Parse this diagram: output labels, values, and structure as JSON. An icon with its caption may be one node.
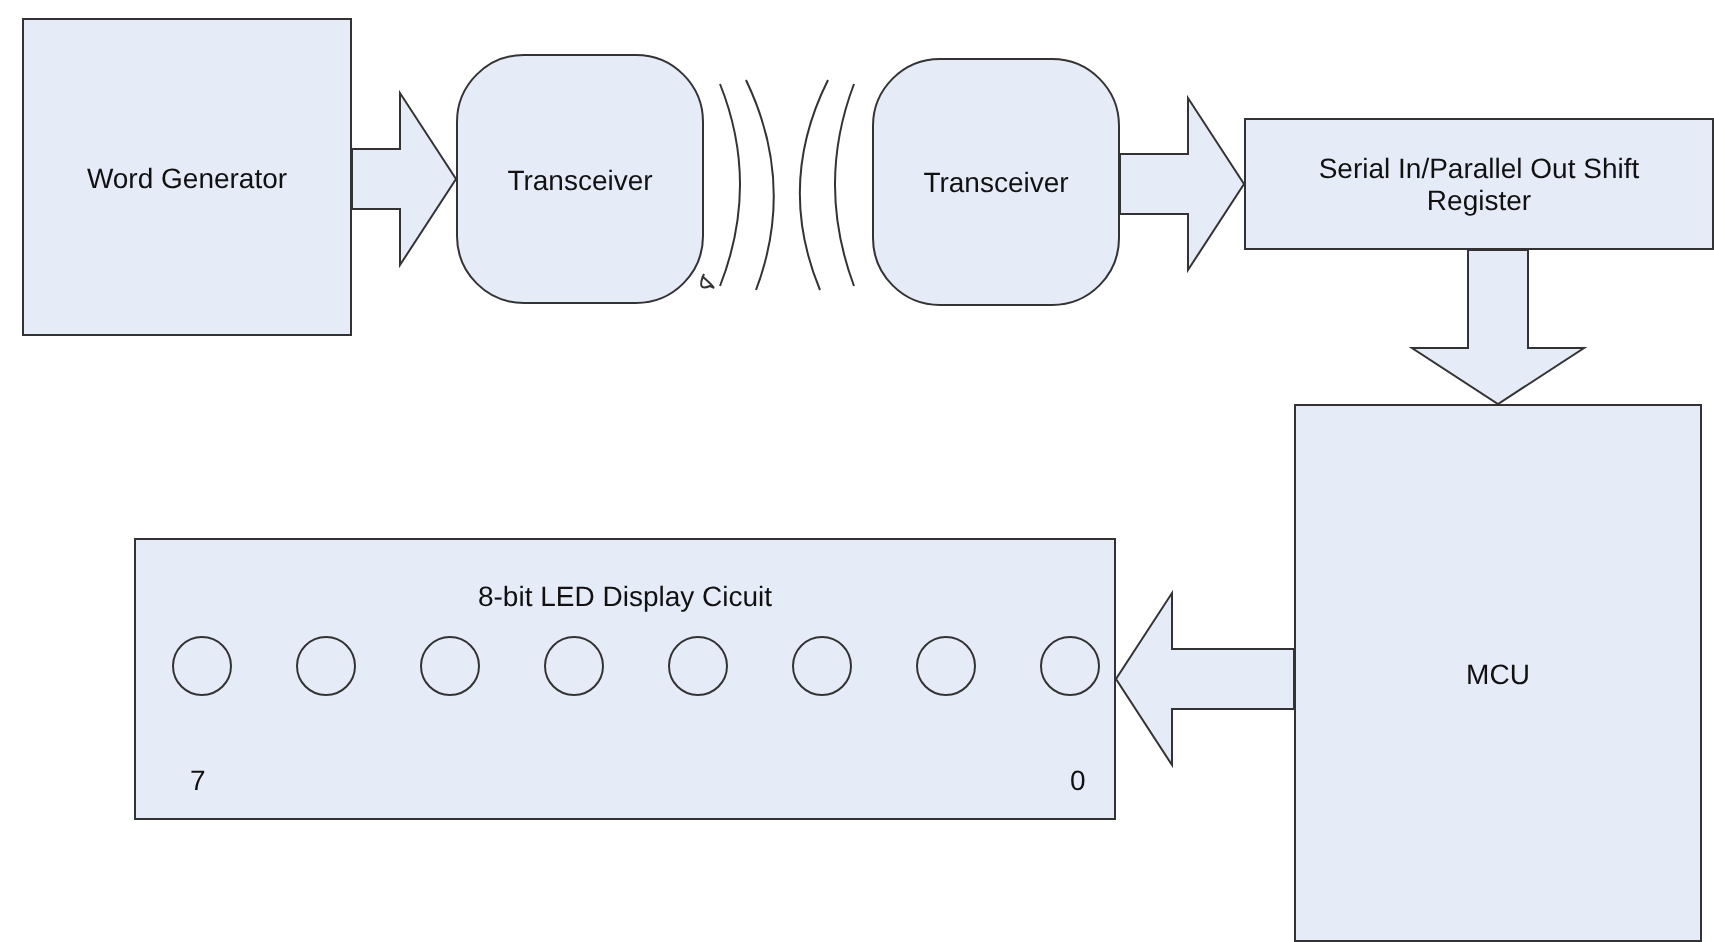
{
  "diagram": {
    "nodes": [
      {
        "text": [
          "Word Generator"
        ]
      },
      {
        "text": [
          "Transceiver"
        ]
      },
      {
        "text": [
          "Transceiver"
        ]
      },
      {
        "text": [
          "Serial In/Parallel Out Shift Register"
        ]
      },
      {
        "text": [
          "MCU"
        ]
      },
      {
        "text": [
          "8-bit LED Display Cicuit"
        ]
      },
      {
        "text": [],
        "shape": "circle",
        "in": 5
      },
      {
        "text": [],
        "shape": "circle",
        "in": 5
      },
      {
        "text": [],
        "shape": "circle",
        "in": 5
      },
      {
        "text": [],
        "shape": "circle",
        "in": 5
      },
      {
        "text": [],
        "shape": "circle",
        "in": 5
      },
      {
        "text": [],
        "shape": "circle",
        "in": 5
      },
      {
        "text": [],
        "shape": "circle",
        "in": 5
      },
      {
        "text": [],
        "shape": "circle",
        "in": 5
      }
    ],
    "edges": [
      {
        "from": 0,
        "to": 1,
        "arrow": "to"
      },
      {
        "from": 2,
        "to": 3,
        "arrow": "to"
      },
      {
        "from": 3,
        "to": 4,
        "arrow": "to"
      },
      {
        "from": 4,
        "to": 5,
        "arrow": "to"
      }
    ],
    "labels": [
      "7",
      "0"
    ]
  }
}
